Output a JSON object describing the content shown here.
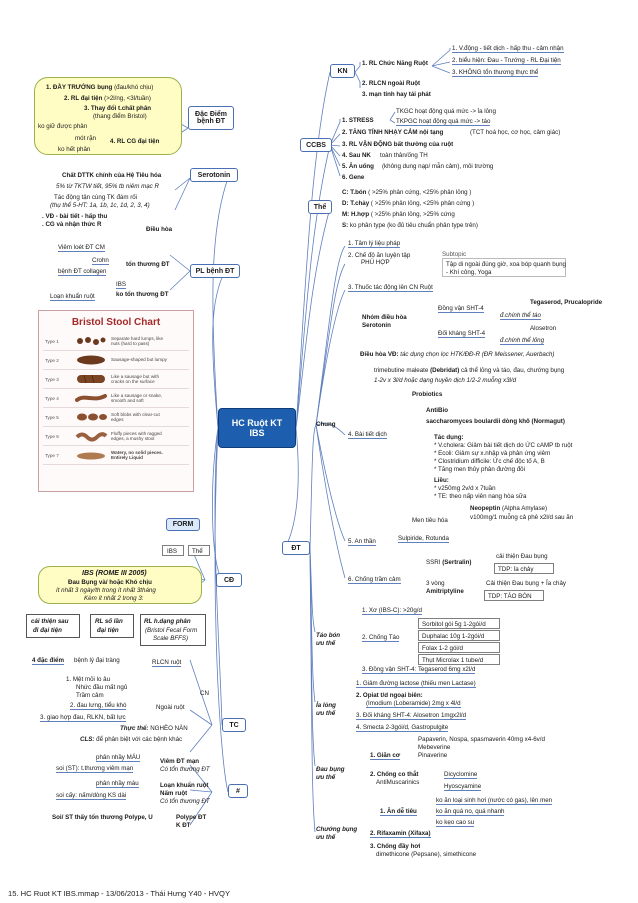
{
  "center": {
    "line1": "HC Ruột KT",
    "line2": "IBS"
  },
  "footer": "15. HC Ruot KT IBS.mmap - 13/06/2013 - Thái Hưng Y40 - HVQY",
  "colors": {
    "center": "#1d5fae",
    "pink": "#fde4ec",
    "yellow": "#fffcc4",
    "line": "#5f7fbf"
  },
  "kn": {
    "label": "KN",
    "items": [
      {
        "text": "1. RL Chức Năng Ruột"
      },
      {
        "text": "2. RLCN ngoài Ruột"
      },
      {
        "text": "3. mạn tính hay tái phát"
      }
    ],
    "sub": [
      "1. V.động - tiết dịch - hấp thu - cảm nhận",
      "2. biểu hiện: Đau - Trướng - RL Đại tiện",
      "3. KHÔNG tổn thương thực thể"
    ]
  },
  "ccbs": {
    "label": "CCBS",
    "items": [
      "1. STRESS",
      "2. TĂNG TÍNH NHẠY CẢM nội tạng",
      "3. RL VẬN ĐỘNG bất thường của ruột",
      "4. Sau NK",
      "5. Ăn uống",
      "6. Gene"
    ],
    "notes": [
      "(TCT hoá học, cơ học, cảm giác)",
      "toàn thân/ống TH",
      "(không dung nạp/ mẫn cảm), môi trường"
    ],
    "stress": [
      "TKGC hoạt động quá mức -> ỉa lỏng",
      "TKPGC hoạt động quá mức -> táo"
    ]
  },
  "the": {
    "label": "Thể",
    "items": [
      {
        "k": "C:",
        "v": "T.bón",
        "d": "( >25% phân cứng, <25% phân lỏng )"
      },
      {
        "k": "D:",
        "v": "T.chảy",
        "d": "( >25% phân lỏng, <25% phân cứng )"
      },
      {
        "k": "M:",
        "v": "H.hợp",
        "d": "( >25% phân lỏng, >25% cứng"
      },
      {
        "k": "S:",
        "v": "",
        "d": "ko phân type (ko đủ tiêu chuẩn phân type trên)"
      }
    ]
  },
  "dt": {
    "label": "ĐT",
    "chung": {
      "label": "Chung",
      "n1": "1. Tâm lý liệu pháp",
      "n2": {
        "label": "2. Chế độ ăn luyện tập",
        "sub": "PHÙ HỢP",
        "subtopic": "Subtopic",
        "detail1": "Tập di ngoài đúng giờ, xoa bóp quanh bụng",
        "detail2": "- Khí công, Yoga"
      },
      "n3": {
        "label": "3. Thuốc tác động lên CN Ruột",
        "group": "Nhóm điều hòa",
        "group2": "Serotonin",
        "a1": "Đồng vận SHT-4",
        "a2": "Đối kháng SHT-4",
        "d1": "Tegaserod, Prucalopride",
        "d1s": "đ.chính thể táo",
        "d2": "Alosetron",
        "d2s": "đ.chính thể lỏng",
        "vd_k": "Điều hòa VĐ:",
        "vd": "tác dụng chọn lọc HTK/ĐĐ-R (ĐR Meissener, Auerbach)"
      },
      "n4": {
        "label": "4. Bài tiết dịch",
        "tri1": "trimebutine maleate",
        "tri_k": "(Debridat)",
        "tri2": "cả thể lỏng và táo, đau, chướng bụng",
        "tri3": "1-2v x 3l/d hoặc dạng huyền dịch 1/2-2 muỗng x3l/d",
        "probiotics": "Probiotics",
        "antibio": "AntiBio",
        "sacch": "saccharomyces boulardii dòng khô (Normagut)",
        "tacdung": "Tác dụng:",
        "td": [
          "* V.cholera: Giảm bài tiết dịch do ỨC cAMP tb ruột",
          "* Ecoli: Giảm sự x.nhập và phân ứng viêm",
          "* Clostridium difficile: Ức chế độc tố A, B",
          "* Tăng men thủy phân đường đôi"
        ],
        "lieu": "Liều:",
        "lieu_items": [
          "* v250mg 2v/d x 7tuần",
          "* TE: theo nấp viên nang hòa sữa"
        ],
        "men": "Men tiêu hóa",
        "neo": "Neopeptin",
        "neo_d": "(Alpha Amylase)",
        "neo_d2": "v100mg/1 muỗng cả phê x2l/d sau ăn"
      },
      "n5": {
        "label": "5. An thần",
        "v": "Sulpiride, Rotunda"
      },
      "n6": {
        "label": "6. Chống trầm cảm",
        "ssri": "SSRI",
        "ssri_d": "(Sertralin)",
        "ba": "3 vòng",
        "ba2": "Amitriptyline",
        "c1": "cải thiện Đau bụng",
        "c1s": "TDP: ỉa chảy",
        "c2": "Cải thiện Đau bụng + Ỉa chảy",
        "c2s": "TDP: TÁO BÓN"
      }
    },
    "taobon": {
      "label": "Táo bón",
      "label2": "ưu thế",
      "i1": "1. Xơ (IBS-C): >20g/d",
      "i2": "2. Chống Táo",
      "i2s": [
        "Sorbitol gói 5g 1-2gói/d",
        "Duphalac 10g 1-2gói/d",
        "Folax 1-2 gói/d",
        "Thụt Microlax 1 tube/d"
      ],
      "i3": "3. Đồng vận SHT-4: Tegaserod 6mg x2l/d"
    },
    "ialong": {
      "label": "Ỉa lỏng",
      "label2": "ưu thế",
      "i1": "1. Giảm đường lactose (thiếu men Lactase)",
      "i2": "2. Opiat t/d ngoại biên:",
      "i2s": "(Imodium (Loberamide) 2mg x 4l/d",
      "i3": "3. Đối kháng SHT-4: Alosetron 1mgx2l/d",
      "i4": "4. Smecta 2-3gói/d, Gastropulgite"
    },
    "daubung": {
      "label": "Đau bụng",
      "label2": "ưu thế",
      "i1": "1. Giãn cơ",
      "i1s": [
        "Papaverin, Nospa, spasmaverin 40mg x4-6v/d",
        "Mebeverine",
        "Pinaverine"
      ],
      "i2": "2. Chống co thắt",
      "i2b": "AntiMuscarinics",
      "i2s": [
        "Dicyclomine",
        "Hyoscyamine"
      ]
    },
    "chuong": {
      "label": "Chướng bụng",
      "label2": "ưu thế",
      "i1": "1. Ăn dễ tiêu",
      "i1s": [
        "ko ăn loại sinh hơi (nước có gas), lên men",
        "ko ăn quá no, quá nhanh",
        "ko kẹo cao su"
      ],
      "i2": "2. Rifaxamin (Xifaxa)",
      "i3": "3. Chống đầy hơi",
      "i3s": "dimethicone (Pepsane), simethicone"
    }
  },
  "dacdiem": {
    "label1": "Đặc Điểm",
    "label2": "bệnh ĐT",
    "items": [
      "1. ĐẦY TRƯỚNG bụng",
      "2. RL đại tiện",
      "3. Thay đổi t.chất phân",
      "4. RL CG đại tiện"
    ],
    "notes": [
      "(đau/khó chịu)",
      "(>2l/ng, <3l/tuần)",
      "(thang điểm Bristol)"
    ],
    "left": [
      "ko giữ được phân",
      "mót rặn",
      "ko hết phân"
    ]
  },
  "serotonin": {
    "label": "Serotonin",
    "lines": [
      "Chất DTTK chính của Hệ Tiêu hóa",
      "5% từ TKTW tiết, 95% tb niêm mạc R",
      "Tác động tận cùng TK đám rối",
      "(thụ thể 5-HT: 1a, 1b, 1c, 1d, 2, 3, 4)",
      ". VĐ - bài tiết - hấp thu",
      ". CG và nhận thức R"
    ],
    "dieuhoa": "Điều hòa"
  },
  "plbenh": {
    "label": "PL bệnh ĐT",
    "co": "tổn thương ĐT",
    "ko": "ko tổn thương ĐT",
    "coItems": [
      "Viêm loét ĐT CM",
      "Crohn",
      "bệnh ĐT collagen"
    ],
    "koItems": [
      "IBS",
      "Loạn khuẩn ruột"
    ]
  },
  "bristol": {
    "title": "Bristol Stool Chart",
    "types": [
      {
        "t": "Type 1",
        "d": "Separate hard lumps, like nuts (hard to pass)"
      },
      {
        "t": "Type 2",
        "d": "Sausage-shaped but lumpy"
      },
      {
        "t": "Type 3",
        "d": "Like a sausage but with cracks on the surface"
      },
      {
        "t": "Type 4",
        "d": "Like a sausage or snake, smooth and soft"
      },
      {
        "t": "Type 5",
        "d": "Soft blobs with clear-cut edges"
      },
      {
        "t": "Type 6",
        "d": "Fluffy pieces with ragged edges, a mushy stool"
      },
      {
        "t": "Type 7",
        "d": "Watery, no solid pieces. Entirely Liquid"
      }
    ]
  },
  "cd": {
    "label": "CĐ",
    "form": "FORM",
    "ibs": "IBS",
    "the": "Thể",
    "rome": {
      "title": "IBS (ROME III 2005)",
      "l1": "Đau Bụng và/ hoặc Khó chịu",
      "l2": "ít nhất 3 ngày/th trong ít nhất 3tháng",
      "l3": "Kèm ít nhất 2 trong 3:"
    },
    "three": [
      {
        "a": "cải thiện sau",
        "b": "đi đại tiện"
      },
      {
        "a": "RL số lần",
        "b": "đại tiện"
      },
      {
        "a": "RL h.dạng phân",
        "b": "(Bristol Fecal Form",
        "c": "Scale BFFS)"
      }
    ]
  },
  "tc": {
    "label": "TC",
    "cn": "CN",
    "l1": "4 đặc điểm",
    "l1d": "bệnh lý đại tràng",
    "rlcn": "RLCN ruột",
    "ngoai": "Ngoài ruột",
    "ngItems": [
      "1. Mệt mỏi lo âu",
      "Nhức đầu mất ngủ",
      "Trầm cảm",
      "2. đau lưng, tiểu khó",
      "3. giao hợp đau, RLKN, bất lực"
    ],
    "thucthe": "Thực thể:",
    "thucthe_v": "NGHÈO NÀN",
    "cls": "CLS:",
    "cls_v": "để phân biệt với các bệnh khác"
  },
  "hash": {
    "label": "#",
    "g1": "Viêm ĐT mạn",
    "g1s": "Có tổn thương ĐT",
    "g1l": [
      "phân nhầy MÁU",
      "soi (ST): t.thương viêm mạn"
    ],
    "g2": "Loạn khuẩn ruột",
    "g2b": "Nấm ruột",
    "g2s": "Có tổn thương ĐT",
    "g2l": [
      "phân nhầy máu",
      "soi cấy: nấm/dòng KS dài"
    ],
    "g3": "Polype ĐT",
    "g3b": "K ĐT",
    "g3l": "Soi/ ST thấy tổn thương Polype, U"
  }
}
